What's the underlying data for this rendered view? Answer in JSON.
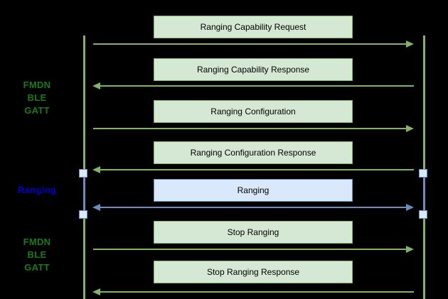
{
  "diagram": {
    "type": "sequence-diagram",
    "background_color": "#000000",
    "colors": {
      "green_accent": "#82b366",
      "green_fill": "#d5e8d4",
      "green_label_text": "#1a7a1a",
      "blue_accent": "#6c8ebf",
      "blue_fill": "#dae8fc",
      "blue_label_text": "#0000cf"
    },
    "phase_labels": [
      {
        "id": "gatt-top",
        "lines": [
          "FMDN",
          "BLE",
          "GATT"
        ],
        "color": "#1a7a1a"
      },
      {
        "id": "ranging",
        "lines": [
          "Ranging"
        ],
        "color": "#0000cf"
      },
      {
        "id": "gatt-bottom",
        "lines": [
          "FMDN",
          "BLE",
          "GATT"
        ],
        "color": "#1a7a1a"
      }
    ],
    "messages": [
      {
        "label": "Ranging Capability Request",
        "direction": "right",
        "style": "green"
      },
      {
        "label": "Ranging Capability Response",
        "direction": "left",
        "style": "green"
      },
      {
        "label": "Ranging Configuration",
        "direction": "right",
        "style": "green"
      },
      {
        "label": "Ranging Configuration Response",
        "direction": "left",
        "style": "green"
      },
      {
        "label": "Ranging",
        "direction": "both",
        "style": "blue"
      },
      {
        "label": "Stop Ranging",
        "direction": "right",
        "style": "green"
      },
      {
        "label": "Stop Ranging Response",
        "direction": "left",
        "style": "green"
      }
    ]
  }
}
